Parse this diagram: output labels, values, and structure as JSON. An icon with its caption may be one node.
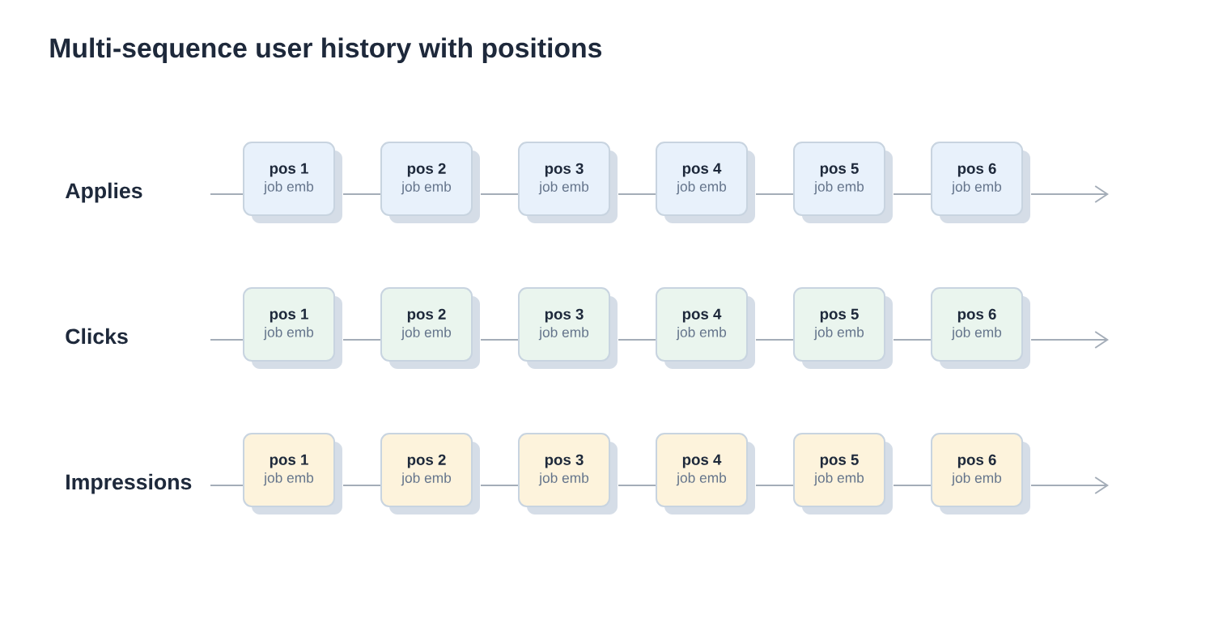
{
  "diagram": {
    "title": "Multi-sequence user history with positions",
    "nodes": [
      {
        "text": [
          "pos 1",
          "job emb"
        ]
      },
      {
        "text": [
          "pos 2",
          "job emb"
        ]
      },
      {
        "text": [
          "pos 3",
          "job emb"
        ]
      },
      {
        "text": [
          "pos 4",
          "job emb"
        ]
      },
      {
        "text": [
          "pos 5",
          "job emb"
        ]
      },
      {
        "text": [
          "pos 6",
          "job emb"
        ]
      },
      {
        "text": [
          "pos 1",
          "job emb"
        ]
      },
      {
        "text": [
          "pos 2",
          "job emb"
        ]
      },
      {
        "text": [
          "pos 3",
          "job emb"
        ]
      },
      {
        "text": [
          "pos 4",
          "job emb"
        ]
      },
      {
        "text": [
          "pos 5",
          "job emb"
        ]
      },
      {
        "text": [
          "pos 6",
          "job emb"
        ]
      },
      {
        "text": [
          "pos 1",
          "job emb"
        ]
      },
      {
        "text": [
          "pos 2",
          "job emb"
        ]
      },
      {
        "text": [
          "pos 3",
          "job emb"
        ]
      },
      {
        "text": [
          "pos 4",
          "job emb"
        ]
      },
      {
        "text": [
          "pos 5",
          "job emb"
        ]
      },
      {
        "text": [
          "pos 6",
          "job emb"
        ]
      }
    ],
    "edges": [
      {
        "from": null,
        "to": 0,
        "arrow": "none"
      },
      {
        "from": 0,
        "to": 1,
        "arrow": "none"
      },
      {
        "from": 1,
        "to": 2,
        "arrow": "none"
      },
      {
        "from": 2,
        "to": 3,
        "arrow": "none"
      },
      {
        "from": 3,
        "to": 4,
        "arrow": "none"
      },
      {
        "from": 4,
        "to": 5,
        "arrow": "none"
      },
      {
        "from": 5,
        "to": null,
        "arrow": "to"
      },
      {
        "from": null,
        "to": 6,
        "arrow": "none"
      },
      {
        "from": 6,
        "to": 7,
        "arrow": "none"
      },
      {
        "from": 7,
        "to": 8,
        "arrow": "none"
      },
      {
        "from": 8,
        "to": 9,
        "arrow": "none"
      },
      {
        "from": 9,
        "to": 10,
        "arrow": "none"
      },
      {
        "from": 10,
        "to": 11,
        "arrow": "none"
      },
      {
        "from": 11,
        "to": null,
        "arrow": "to"
      },
      {
        "from": null,
        "to": 12,
        "arrow": "none"
      },
      {
        "from": 12,
        "to": 13,
        "arrow": "none"
      },
      {
        "from": 13,
        "to": 14,
        "arrow": "none"
      },
      {
        "from": 14,
        "to": 15,
        "arrow": "none"
      },
      {
        "from": 15,
        "to": 16,
        "arrow": "none"
      },
      {
        "from": 16,
        "to": 17,
        "arrow": "none"
      },
      {
        "from": 17,
        "to": null,
        "arrow": "to"
      }
    ],
    "labels": [
      "Applies",
      "Clicks",
      "Impressions"
    ]
  }
}
